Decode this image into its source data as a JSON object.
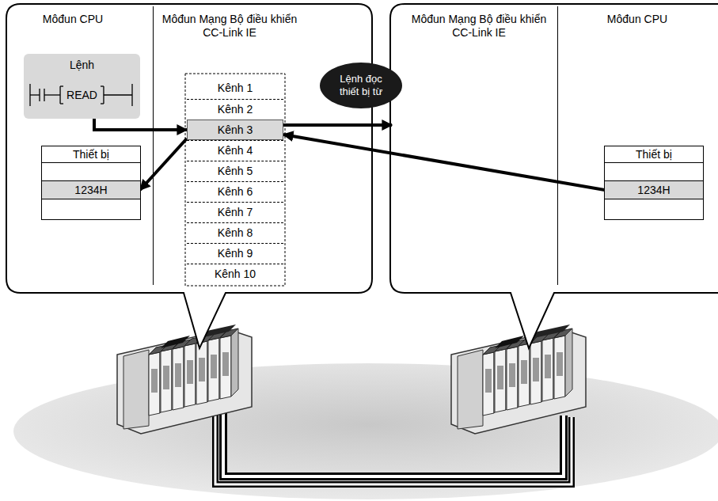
{
  "diagram": {
    "nodes": [
      {
        "text": [
          "Môđun CPU"
        ]
      },
      {
        "text": [
          "Lệnh",
          "READ"
        ],
        "in": 0
      },
      {
        "text": [
          "Thiết bị"
        ],
        "in": 0
      },
      {
        "text": [
          "1234H"
        ],
        "in": 2
      },
      {
        "text": [
          "Môđun Mạng Bộ điều khiển CC-Link IE"
        ]
      },
      {
        "text": [
          "Kênh 1"
        ],
        "in": 4
      },
      {
        "text": [
          "Kênh 2"
        ],
        "in": 4
      },
      {
        "text": [
          "Kênh 3"
        ],
        "in": 4
      },
      {
        "text": [
          "Kênh 4"
        ],
        "in": 4
      },
      {
        "text": [
          "Kênh 5"
        ],
        "in": 4
      },
      {
        "text": [
          "Kênh 6"
        ],
        "in": 4
      },
      {
        "text": [
          "Kênh 7"
        ],
        "in": 4
      },
      {
        "text": [
          "Kênh 8"
        ],
        "in": 4
      },
      {
        "text": [
          "Kênh 9"
        ],
        "in": 4
      },
      {
        "text": [
          "Kênh 10"
        ],
        "in": 4
      },
      {
        "text": [
          "Lệnh đọc thiết bị từ"
        ]
      },
      {
        "text": [
          "Môđun Mạng Bộ điều khiển CC-Link IE"
        ]
      },
      {
        "text": [
          "Môđun CPU"
        ]
      },
      {
        "text": [
          "Thiết bị"
        ],
        "in": 17
      },
      {
        "text": [
          "1234H"
        ],
        "in": 18
      }
    ],
    "edges": [
      {
        "from": 1,
        "to": 7,
        "arrow": "to"
      },
      {
        "from": 7,
        "to": 3,
        "arrow": "to"
      },
      {
        "from": 7,
        "to": 16,
        "arrow": "to"
      },
      {
        "from": 19,
        "to": 7,
        "arrow": "to"
      }
    ]
  }
}
